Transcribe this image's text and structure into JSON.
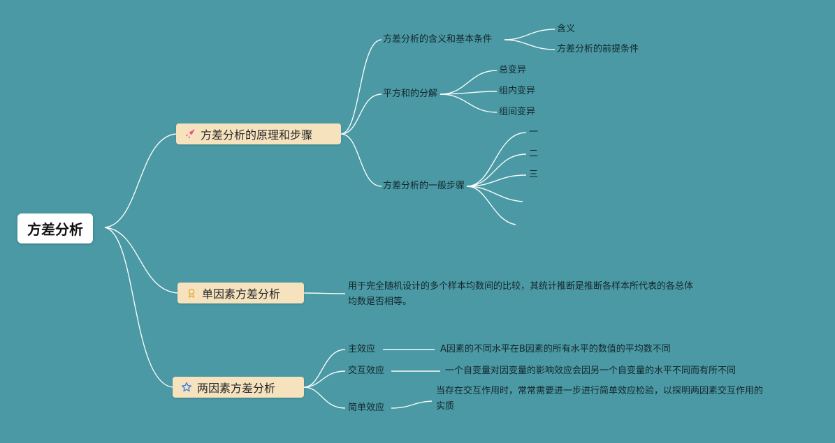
{
  "map": {
    "root": {
      "label": "方差分析"
    },
    "branches": [
      {
        "label": "方差分析的原理和步骤",
        "icon": "dart-icon",
        "children": [
          {
            "label": "方差分析的含义和基本条件",
            "children": [
              {
                "label": "含义"
              },
              {
                "label": "方差分析的前提条件"
              }
            ]
          },
          {
            "label": "平方和的分解",
            "children": [
              {
                "label": "总变异"
              },
              {
                "label": "组内变异"
              },
              {
                "label": "组间变异"
              }
            ]
          },
          {
            "label": "方差分析的一般步骤",
            "children": [
              {
                "label": "一"
              },
              {
                "label": "二"
              },
              {
                "label": "三"
              }
            ]
          }
        ]
      },
      {
        "label": "单因素方差分析",
        "icon": "medal-icon",
        "children": [
          {
            "label": "用于完全随机设计的多个样本均数间的比较，其统计推断是推断各样本所代表的各总体均数是否相等。"
          }
        ]
      },
      {
        "label": "两因素方差分析",
        "icon": "star-icon",
        "children": [
          {
            "label": "主效应",
            "children": [
              {
                "label": "A因素的不同水平在B因素的所有水平的数值的平均数不同"
              }
            ]
          },
          {
            "label": "交互效应",
            "children": [
              {
                "label": "一个自变量对因变量的影响效应会因另一个自变量的水平不同而有所不同"
              }
            ]
          },
          {
            "label": "简单效应",
            "children": [
              {
                "label": "当存在交互作用时，常常需要进一步进行简单效应检验，以探明两因素交互作用的实质"
              }
            ]
          }
        ]
      }
    ],
    "colors": {
      "background": "#4A99A4",
      "branch_fill": "#F6E3BE",
      "root_fill": "#FFFFFF",
      "connector": "#FFFFFF",
      "accent_pink": "#E8538F",
      "accent_yellow": "#E9A93D",
      "accent_blue": "#3F7FDB"
    }
  }
}
